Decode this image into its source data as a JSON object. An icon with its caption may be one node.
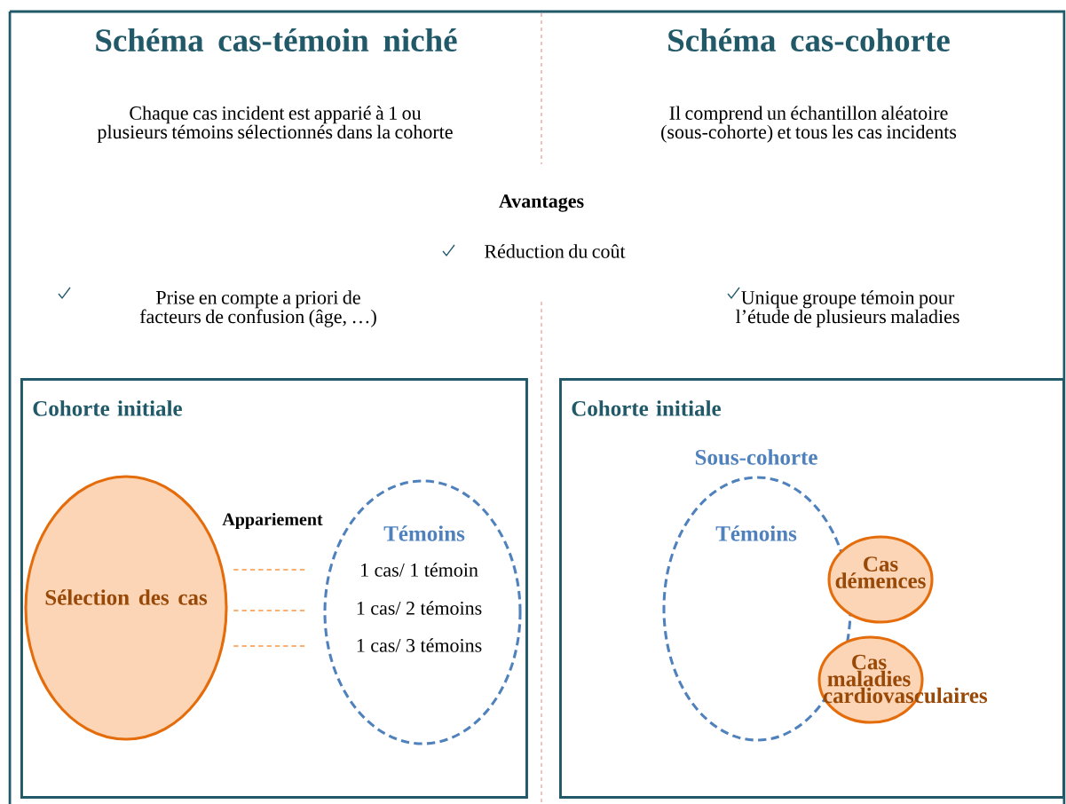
{
  "diagram": {
    "nodes": [
      {
        "text": [
          "Cohorte initiale"
        ]
      },
      {
        "text": [
          "Sélection des cas"
        ],
        "in": 0
      },
      {
        "text": [
          "Témoins",
          "1 cas/ 1 témoin",
          "1 cas/ 2 témoins",
          "1 cas/ 3 témoins"
        ],
        "in": 0
      },
      {
        "text": [
          "Cohorte initiale"
        ]
      },
      {
        "text": [
          "Sous-cohorte",
          "Témoins"
        ],
        "in": 3
      },
      {
        "text": [
          "Cas démences"
        ],
        "in": 3
      },
      {
        "text": [
          "Cas maladies cardiovasculaires"
        ],
        "in": 3
      }
    ],
    "edges": [
      {
        "from": 1,
        "to": 2,
        "arrow": "none",
        "style": "dashed",
        "color": "#f79646"
      },
      {
        "from": 1,
        "to": 2,
        "arrow": "none",
        "style": "dashed",
        "color": "#f79646"
      },
      {
        "from": 1,
        "to": 2,
        "arrow": "none",
        "style": "dashed",
        "color": "#f79646"
      }
    ],
    "labels": [
      "Schéma cas-témoin niché",
      "Schéma cas-cohorte",
      "Chaque cas incident est apparié à 1 ou plusieurs témoins sélectionnés dans la cohorte",
      "Il comprend un échantillon aléatoire (sous-cohorte) et tous les cas incidents",
      "Avantages",
      "Réduction du coût",
      "Prise en compte a priori de facteurs de confusion (âge, …)",
      "Unique groupe témoin pour l’étude de plusieurs maladies",
      "Appariement"
    ]
  }
}
